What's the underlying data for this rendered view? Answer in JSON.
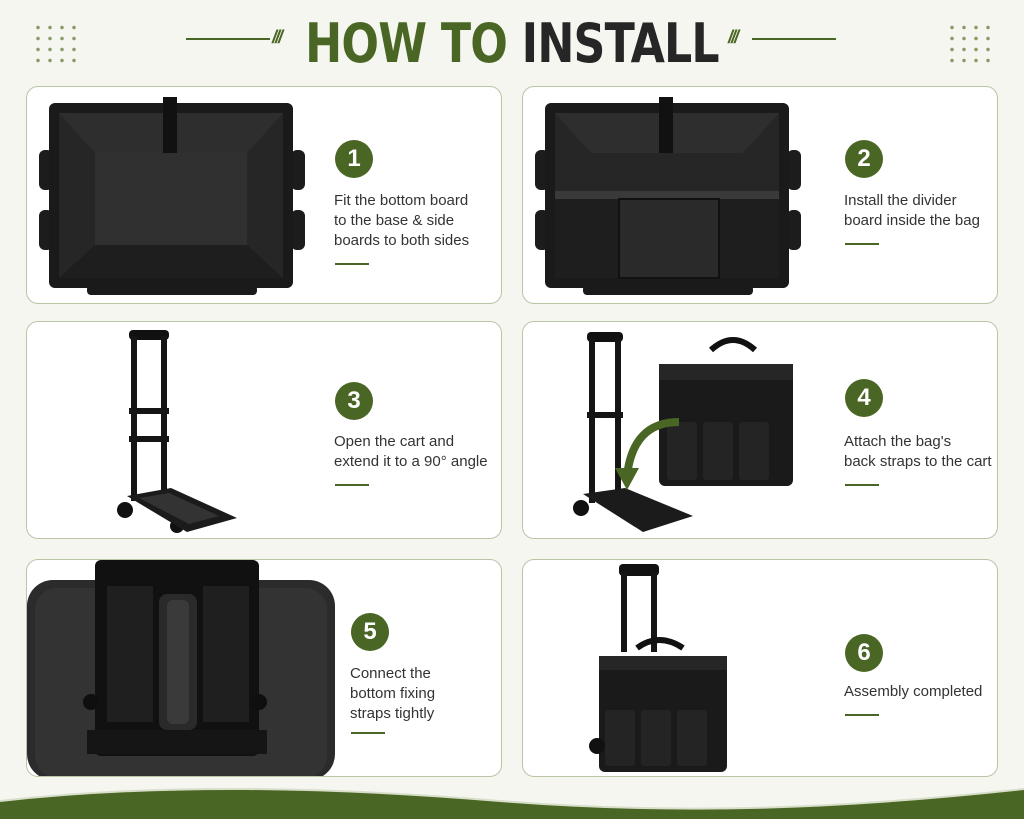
{
  "header": {
    "title_part1": "HOW TO",
    "title_part2": "INSTALL",
    "accent_color": "#4a6624"
  },
  "steps": [
    {
      "number": "1",
      "text": "Fit the bottom board\nto the base & side\nboards to both sides"
    },
    {
      "number": "2",
      "text": "Install the divider\nboard inside the bag"
    },
    {
      "number": "3",
      "text": "Open the cart and\nextend it to a 90° angle"
    },
    {
      "number": "4",
      "text": "Attach the bag's\nback straps to the cart"
    },
    {
      "number": "5",
      "text": "Connect the\nbottom fixing\nstraps tightly"
    },
    {
      "number": "6",
      "text": "Assembly completed"
    }
  ]
}
